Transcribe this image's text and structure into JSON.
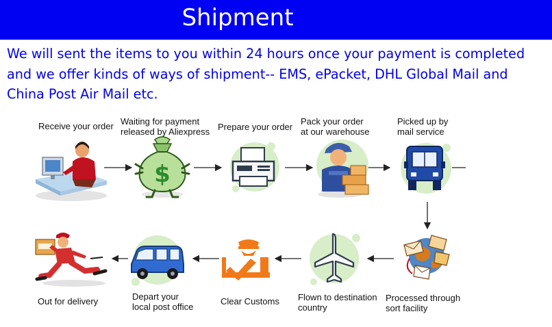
{
  "header": {
    "title": "Shipment"
  },
  "intro": "We will sent the items to you within 24 hours once your payment is completed and we offer kinds of ways of shipment-- EMS, ePacket, DHL Global Mail and China Post Air Mail etc.",
  "steps": [
    {
      "label": "Receive your order",
      "icon": "person-at-computer-icon"
    },
    {
      "label": "Waiting for payment\nreleased by Aliexpress",
      "icon": "money-bag-icon"
    },
    {
      "label": "Prepare your order",
      "icon": "printer-icon"
    },
    {
      "label": "Pack your order\nat our warehouse",
      "icon": "worker-with-boxes-icon"
    },
    {
      "label": "Picked up by\nmail service",
      "icon": "delivery-truck-icon"
    },
    {
      "label": "Processed through\nsort facility",
      "icon": "mail-globe-icon"
    },
    {
      "label": "Flown to destination\ncountry",
      "icon": "airplane-icon"
    },
    {
      "label": "Clear Customs",
      "icon": "customs-officer-icon"
    },
    {
      "label": "Depart your\nlocal post office",
      "icon": "van-icon"
    },
    {
      "label": "Out for delivery",
      "icon": "courier-running-icon"
    }
  ],
  "colors": {
    "header_bg": "#0000f2",
    "intro_text": "#0000e6",
    "icon_circle": "#d7eec9",
    "dollar_green": "#2e8b2e",
    "truck_blue": "#1f4aa8",
    "customs_orange": "#f07a1a"
  }
}
